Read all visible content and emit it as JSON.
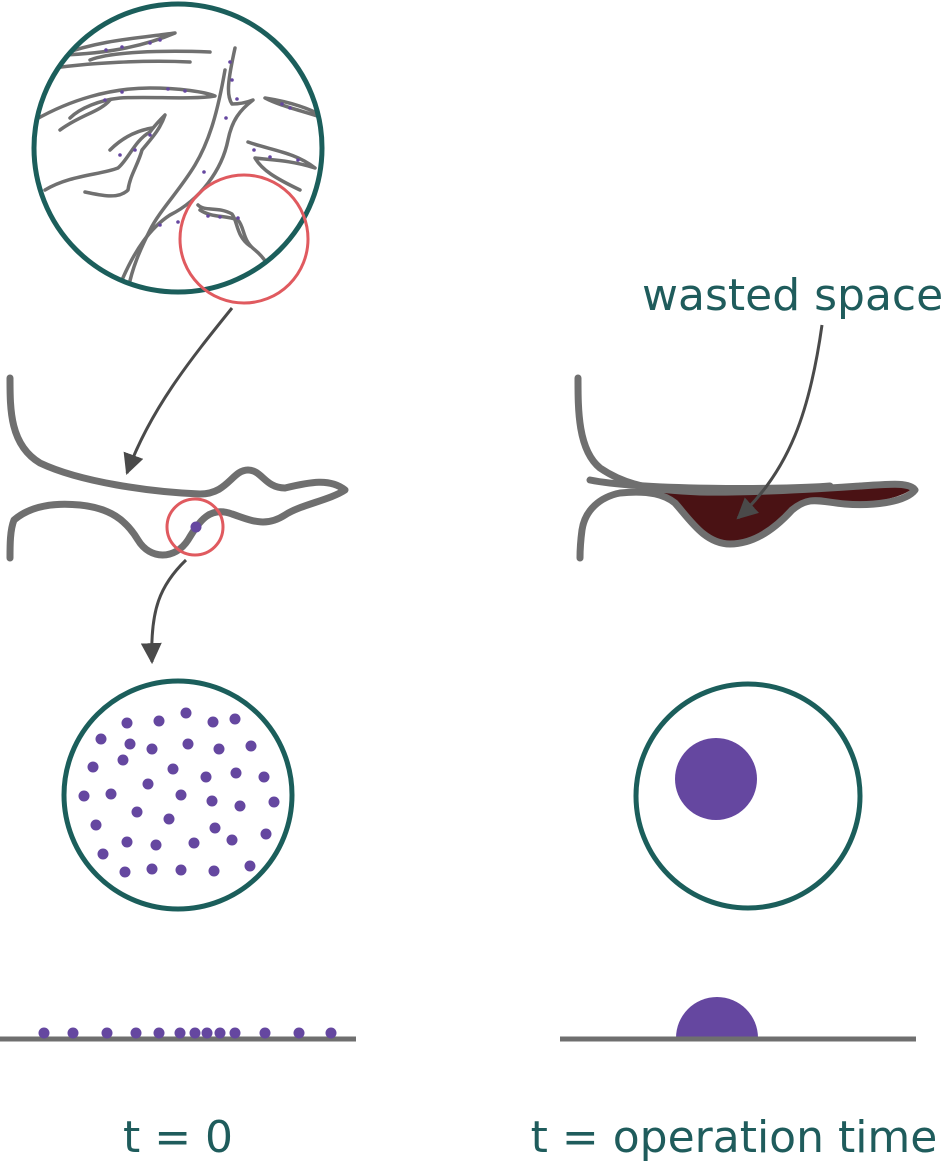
{
  "labels": {
    "annotation": "wasted space",
    "left_caption": "t = 0",
    "right_caption": "t = operation time"
  },
  "colors": {
    "teal": "#1b5e5b",
    "gray": "#6f6f6f",
    "red": "#e05a5f",
    "purple": "#6547a0",
    "dark_red": "#4a1214",
    "arrow": "#4a4a4a",
    "text": "#1f5c5c"
  }
}
